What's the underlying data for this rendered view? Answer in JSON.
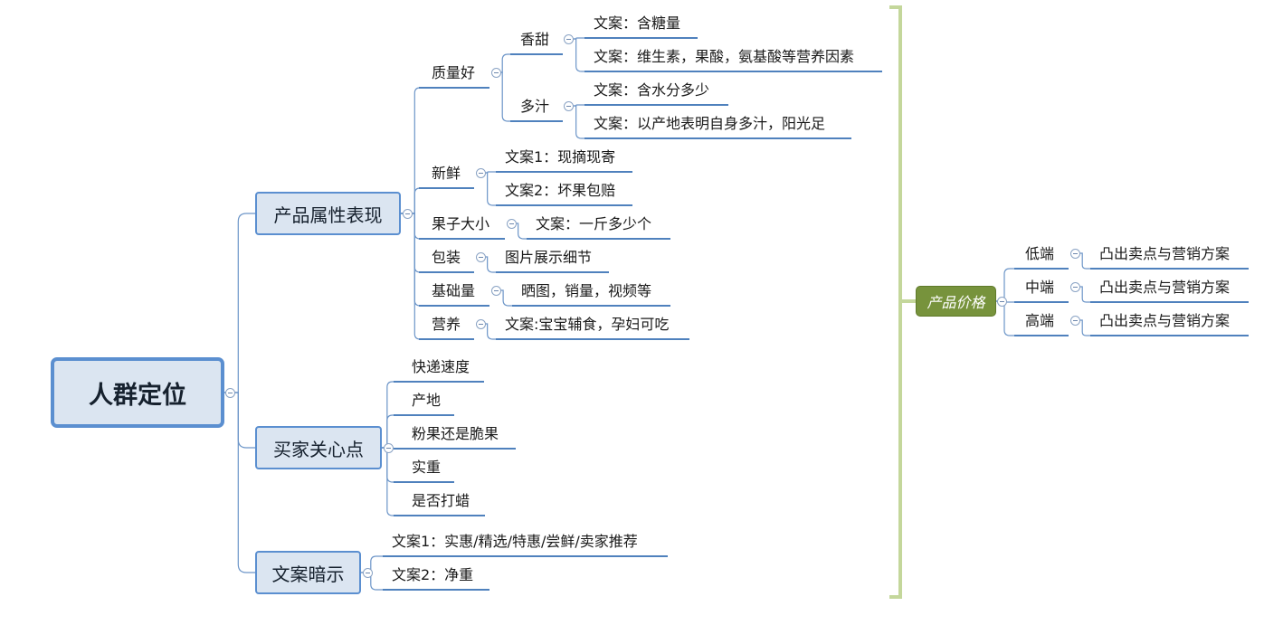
{
  "root": {
    "label": "人群定位"
  },
  "branches": [
    {
      "label": "产品属性表现",
      "children": [
        {
          "label": "质量好",
          "children": [
            {
              "label": "香甜",
              "children": [
                {
                  "label": "文案：含糖量"
                },
                {
                  "label": "文案：维生素，果酸，氨基酸等营养因素"
                }
              ]
            },
            {
              "label": "多汁",
              "children": [
                {
                  "label": "文案：含水分多少"
                },
                {
                  "label": "文案：以产地表明自身多汁，阳光足"
                }
              ]
            }
          ]
        },
        {
          "label": "新鲜",
          "children": [
            {
              "label": "文案1：现摘现寄"
            },
            {
              "label": "文案2：坏果包赔"
            }
          ]
        },
        {
          "label": "果子大小",
          "children": [
            {
              "label": "文案：一斤多少个"
            }
          ]
        },
        {
          "label": "包装",
          "children": [
            {
              "label": "图片展示细节"
            }
          ]
        },
        {
          "label": "基础量",
          "children": [
            {
              "label": "晒图，销量，视频等"
            }
          ]
        },
        {
          "label": "营养",
          "children": [
            {
              "label": "文案:宝宝辅食，孕妇可吃"
            }
          ]
        }
      ]
    },
    {
      "label": "买家关心点",
      "children": [
        {
          "label": "快递速度"
        },
        {
          "label": "产地"
        },
        {
          "label": "粉果还是脆果"
        },
        {
          "label": "实重"
        },
        {
          "label": "是否打蜡"
        }
      ]
    },
    {
      "label": "文案暗示",
      "children": [
        {
          "label": "文案1：实惠/精选/特惠/尝鲜/卖家推荐"
        },
        {
          "label": "文案2：净重"
        }
      ]
    }
  ],
  "price": {
    "label": "产品价格",
    "children": [
      {
        "label": "低端",
        "children": [
          {
            "label": "凸出卖点与营销方案"
          }
        ]
      },
      {
        "label": "中端",
        "children": [
          {
            "label": "凸出卖点与营销方案"
          }
        ]
      },
      {
        "label": "高端",
        "children": [
          {
            "label": "凸出卖点与营销方案"
          }
        ]
      }
    ]
  },
  "colors": {
    "connector": "#6c95c8",
    "underline": "#4f81bd",
    "node_fill": "#dbe5f1",
    "node_border": "#5b8fd0",
    "bracket": "#c4d79b",
    "price_fill": "#77933c",
    "price_text": "#ffffff"
  },
  "icons": {
    "collapse": "collapse-circle-icon"
  }
}
